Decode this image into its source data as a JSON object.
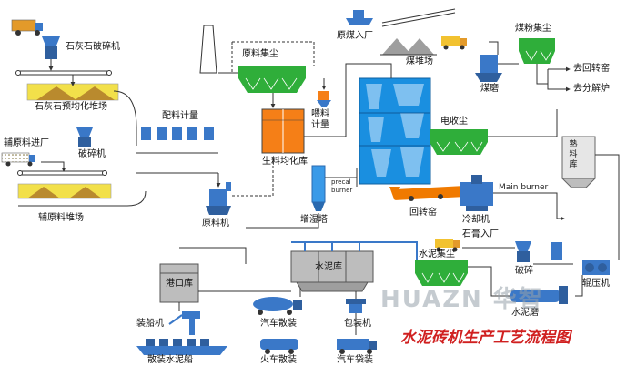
{
  "labels": {
    "limestone_crusher": "石灰石破碎机",
    "limestone_prehomo": "石灰石预均化堆场",
    "aux_material_in": "辅原料进厂",
    "crusher": "破碎机",
    "aux_material_yard": "辅原料堆场",
    "raw_dust_collector": "原料集尘",
    "raw_batching": "配料计量",
    "raw_homo_silo": "生料均化库",
    "raw_mill": "原料机",
    "raw_coal_in": "原煤入厂",
    "coal_yard": "煤堆场",
    "coal_dust_collector": "煤粉集尘",
    "to_kiln": "去回转窑",
    "to_calciner": "去分解炉",
    "coal_mill": "煤磨",
    "feed_meter": "喂料计量",
    "electro_dust": "电收尘",
    "clinker_silo": "熟料库",
    "precal_burner": "precal burner",
    "humidifier": "增湿塔",
    "rotary_kiln": "回转窑",
    "main_burner": "Main burner",
    "cooler": "冷却机",
    "gypsum_in": "石膏入厂",
    "cement_dust": "水泥集尘",
    "crusher2": "破碎",
    "roller_press": "辊压机",
    "cement_mill": "水泥磨",
    "port_silo": "港口库",
    "cement_silo": "水泥库",
    "ship_loader": "装船机",
    "truck_bulk": "汽车散装",
    "packing_machine": "包装机",
    "bulk_ship": "散装水泥船",
    "train_bulk": "火车散装",
    "truck_bagged": "汽车袋装"
  },
  "watermark": "HUAZN 华智",
  "caption": "水泥砖机生产工艺流程图",
  "colors": {
    "dust_collector": "#2fae3a",
    "preheater": "#1a8fe0",
    "kiln": "#f07a00",
    "silo_orange": "#f57f17",
    "equipment_blue": "#3a78c8",
    "caption": "#d02020"
  }
}
